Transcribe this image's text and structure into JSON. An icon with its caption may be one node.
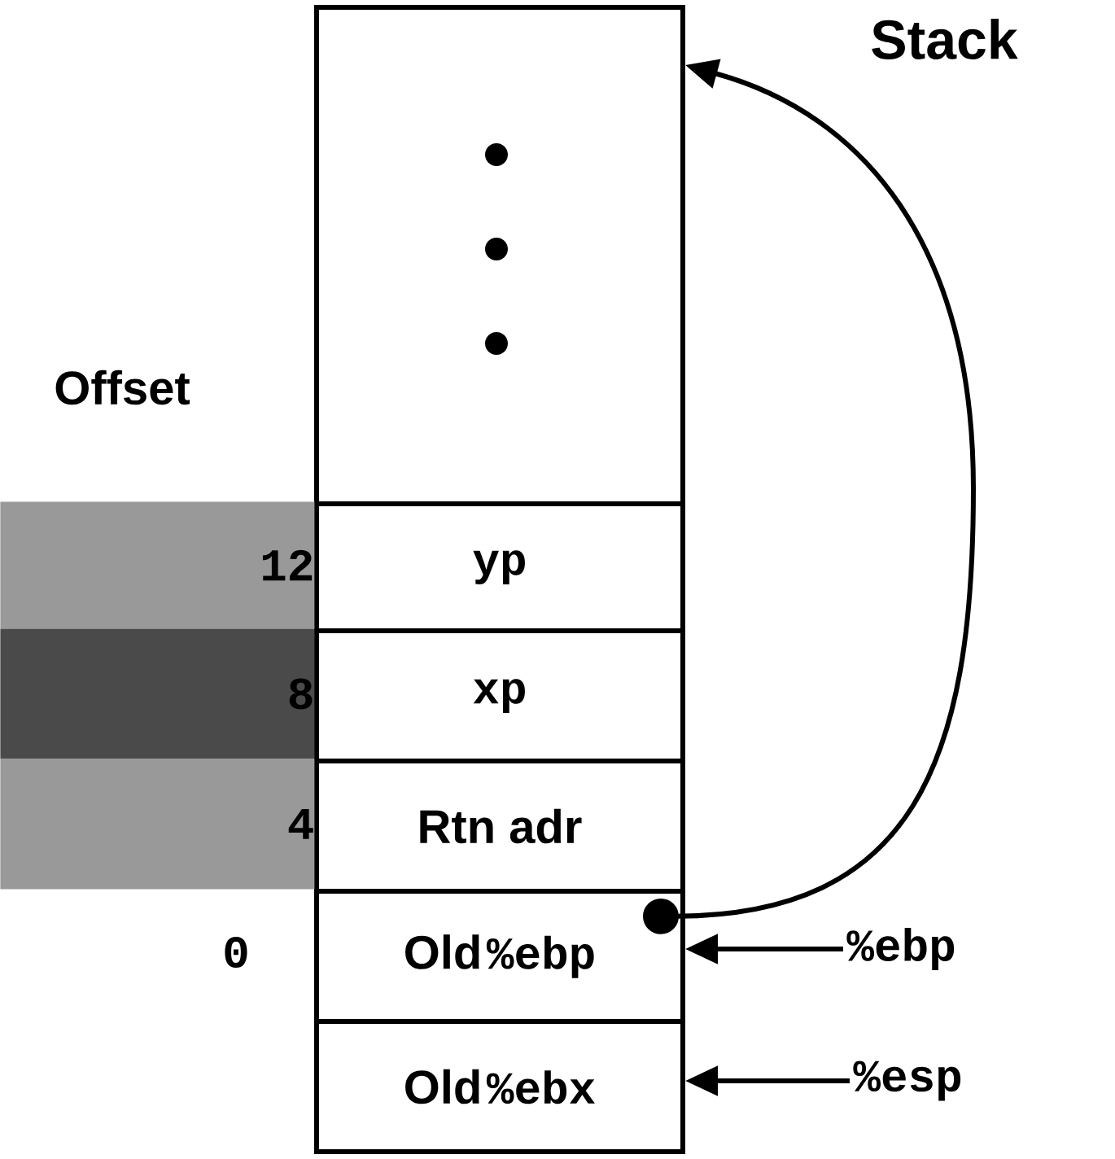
{
  "diagram": {
    "title": "Stack",
    "nodes": [
      {
        "text": [],
        "shape": "box"
      },
      {
        "text": [
          "yp"
        ]
      },
      {
        "text": [
          "xp"
        ]
      },
      {
        "text": [
          "Rtn adr"
        ]
      },
      {
        "text": [
          "Old",
          "%ebp"
        ]
      },
      {
        "text": [
          "Old",
          "%ebx"
        ]
      },
      {
        "text": [
          "%ebp"
        ]
      },
      {
        "text": [
          "%esp"
        ]
      },
      {
        "text": [
          "12"
        ]
      },
      {
        "text": [
          "8"
        ]
      },
      {
        "text": [
          "4"
        ]
      }
    ],
    "edges": [
      {
        "from": 4,
        "to": 0,
        "arrow": "to"
      },
      {
        "from": 6,
        "to": 4,
        "arrow": "to"
      },
      {
        "from": 7,
        "to": 5,
        "arrow": "to"
      }
    ],
    "labels": [
      "Offset",
      "0"
    ]
  }
}
